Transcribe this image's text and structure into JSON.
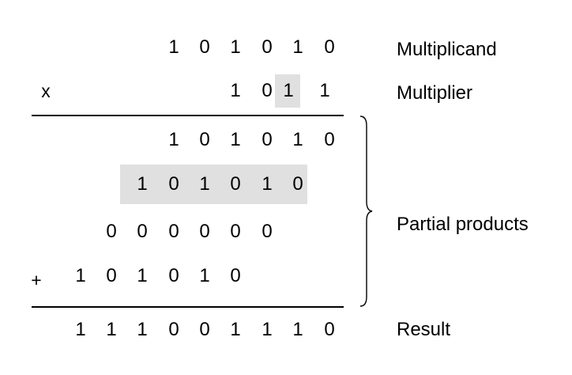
{
  "multiplicand": {
    "digits": [
      "1",
      "0",
      "1",
      "0",
      "1",
      "0"
    ],
    "label": "Multiplicand"
  },
  "multiplier": {
    "operator": "x",
    "digits": [
      "1",
      "0",
      "1",
      "1"
    ],
    "label": "Multiplier"
  },
  "partial_products": {
    "label": "Partial products",
    "rows": [
      {
        "operator": "",
        "digits": [
          "1",
          "0",
          "1",
          "0",
          "1",
          "0"
        ]
      },
      {
        "operator": "",
        "digits": [
          "1",
          "0",
          "1",
          "0",
          "1",
          "0"
        ]
      },
      {
        "operator": "",
        "digits": [
          "0",
          "0",
          "0",
          "0",
          "0",
          "0"
        ]
      },
      {
        "operator": "+",
        "digits": [
          "1",
          "0",
          "1",
          "0",
          "1",
          "0"
        ]
      }
    ]
  },
  "result": {
    "digits": [
      "1",
      "1",
      "1",
      "0",
      "0",
      "1",
      "1",
      "1",
      "0"
    ],
    "label": "Result"
  },
  "colors": {
    "highlight": "#e0e0e0",
    "text": "#000000"
  }
}
